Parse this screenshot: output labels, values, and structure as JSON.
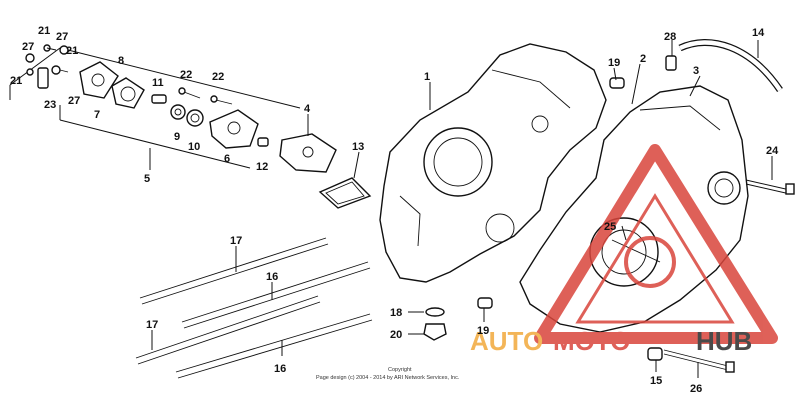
{
  "diagram": {
    "callouts": [
      "1",
      "2",
      "3",
      "4",
      "5",
      "6",
      "7",
      "8",
      "9",
      "10",
      "11",
      "12",
      "13",
      "14",
      "15",
      "16",
      "16",
      "17",
      "17",
      "18",
      "19",
      "19",
      "20",
      "21",
      "21",
      "21",
      "22",
      "22",
      "23",
      "24",
      "25",
      "26",
      "27",
      "27",
      "27",
      "28"
    ],
    "copyright_line1": "Copyright",
    "copyright_line2": "Page design (c) 2004 - 2014 by ARI Network Services, Inc."
  },
  "watermark": {
    "part1": "AUTO",
    "part2": "MOTO",
    "part3": "HUB",
    "color_orange": "#f2a93b",
    "color_red": "#d9453c",
    "color_dark": "#2b2b2b"
  }
}
